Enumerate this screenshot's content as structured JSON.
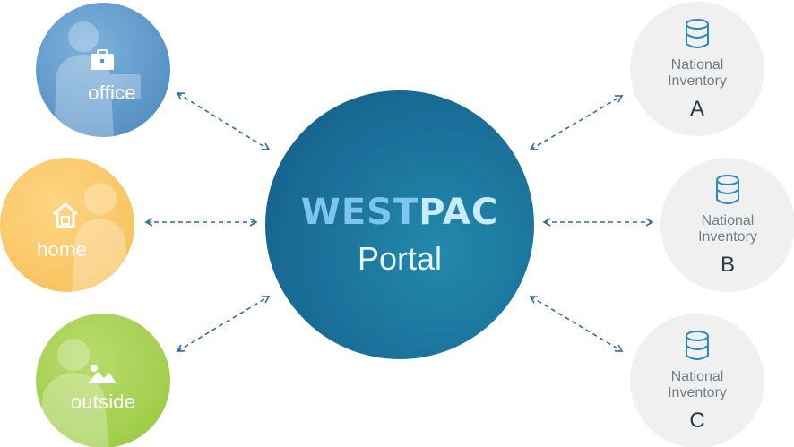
{
  "access": {
    "office": {
      "label": "office",
      "icon": "briefcase-icon"
    },
    "home": {
      "label": "home",
      "icon": "house-icon"
    },
    "outside": {
      "label": "outside",
      "icon": "landscape-icon"
    }
  },
  "portal": {
    "brand_part1": "WEST",
    "brand_part2": "PAC",
    "subtitle": "Portal"
  },
  "inventories": [
    {
      "line1": "National",
      "line2": "Inventory",
      "letter": "A",
      "icon": "database-icon"
    },
    {
      "line1": "National",
      "line2": "Inventory",
      "letter": "B",
      "icon": "database-icon"
    },
    {
      "line1": "National",
      "line2": "Inventory",
      "letter": "C",
      "icon": "database-icon"
    }
  ],
  "colors": {
    "office": "#5e97c9",
    "home": "#f9c665",
    "outside": "#a3cf4f",
    "portal": "#1a6f99",
    "inventory": "#f0f0f0",
    "arrow": "#2f6f95"
  }
}
